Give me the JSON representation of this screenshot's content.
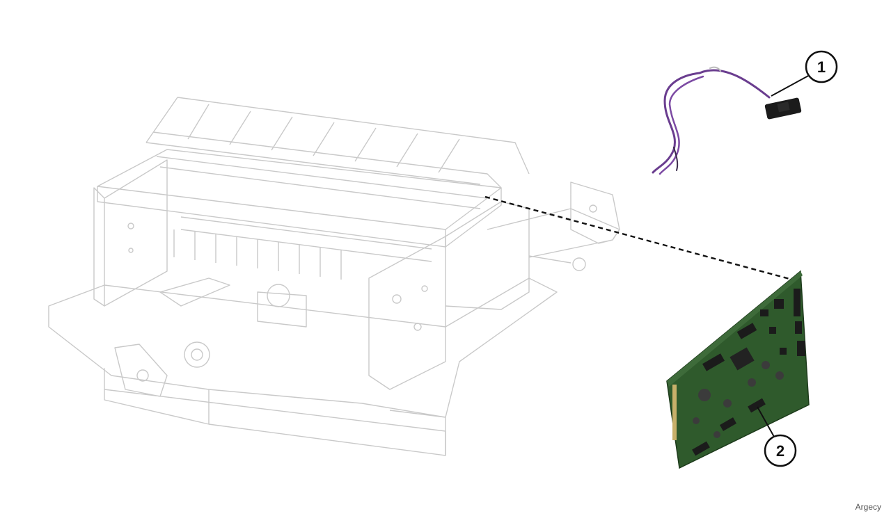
{
  "diagram": {
    "callouts": [
      {
        "id": 1,
        "label": "1",
        "part": "cable-harness"
      },
      {
        "id": 2,
        "label": "2",
        "part": "controller-board"
      }
    ],
    "watermark": "Argecy",
    "colors": {
      "frame_stroke": "#c9c9c9",
      "harness_purple": "#6a3d8f",
      "board_green": "#2f5a2c",
      "connector_black": "#1b1b1b",
      "leader_line": "#111111"
    }
  }
}
